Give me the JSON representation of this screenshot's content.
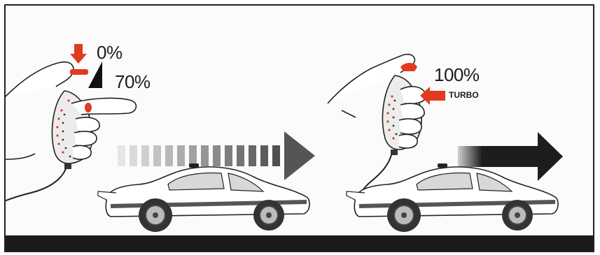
{
  "panels": [
    {
      "id": "partial-throttle",
      "labels": {
        "start": "0%",
        "end": "70%"
      },
      "arrow_style": "fading",
      "accent_color": "#e23a1e"
    },
    {
      "id": "full-throttle",
      "labels": {
        "value": "100%",
        "mode": "TURBO"
      },
      "arrow_style": "solid",
      "accent_color": "#e23a1e"
    }
  ],
  "colors": {
    "accent": "#e23a1e",
    "ink": "#1d1d1d",
    "road": "#1b1b1b",
    "arrow": "#555555"
  },
  "icons": [
    "hand-controller-icon",
    "trigger-arrow-icon",
    "speed-arrow-icon",
    "race-car-icon"
  ]
}
